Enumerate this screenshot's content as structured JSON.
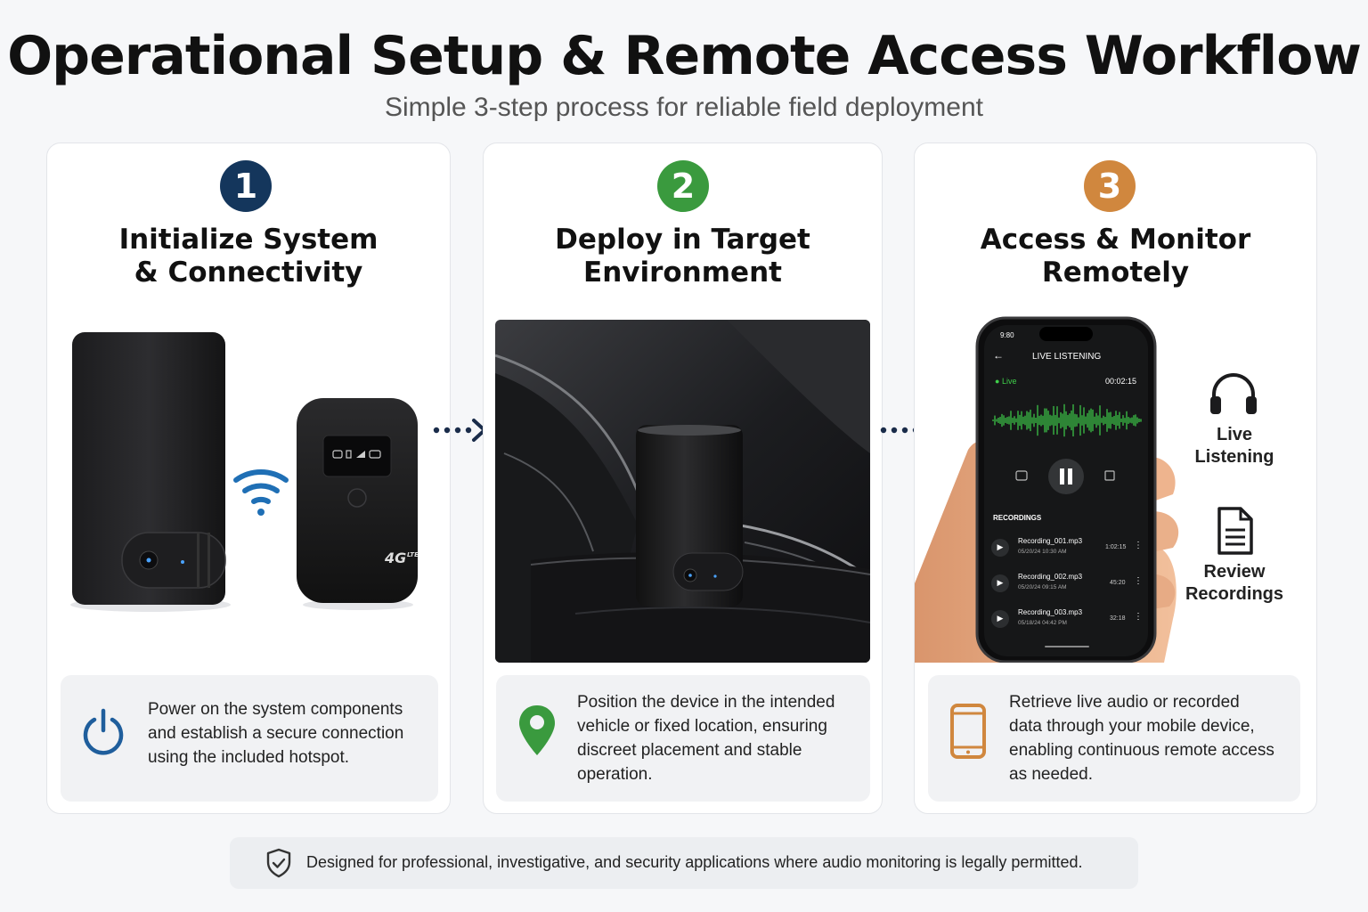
{
  "header": {
    "title": "Operational Setup & Remote Access Workflow",
    "subtitle": "Simple 3-step process for reliable field deployment"
  },
  "steps": [
    {
      "number": "1",
      "title_line1": "Initialize System",
      "title_line2": "& Connectivity",
      "badge_color": "#14365c",
      "description": "Power on the system components and establish a secure connection using the included hotspot.",
      "icon": "power-icon",
      "hotspot_label": "4G",
      "hotspot_sub": "LTE"
    },
    {
      "number": "2",
      "title_line1": "Deploy in Target",
      "title_line2": "Environment",
      "badge_color": "#3a9a3e",
      "description": "Position the device in the intended vehicle or fixed location, ensuring discreet placement and stable operation.",
      "icon": "location-pin-icon"
    },
    {
      "number": "3",
      "title_line1": "Access & Monitor",
      "title_line2": "Remotely",
      "badge_color": "#d0873e",
      "description": "Retrieve live audio or recorded data through your mobile device, enabling continuous remote access as needed.",
      "icon": "smartphone-icon",
      "features": [
        {
          "label_line1": "Live",
          "label_line2": "Listening",
          "icon": "headphones-icon"
        },
        {
          "label_line1": "Review",
          "label_line2": "Recordings",
          "icon": "document-icon"
        }
      ]
    }
  ],
  "phone": {
    "time": "9:80",
    "screen_title": "LIVE LISTENING",
    "live_label": "Live",
    "timer": "00:02:15",
    "recordings_header": "RECORDINGS",
    "recordings": [
      {
        "name": "Recording_001.mp3",
        "date": "05/20/24 10:30 AM",
        "duration": "1:02:15"
      },
      {
        "name": "Recording_002.mp3",
        "date": "05/20/24 09:15 AM",
        "duration": "45:20"
      },
      {
        "name": "Recording_003.mp3",
        "date": "05/18/24 04:42 PM",
        "duration": "32:18"
      }
    ]
  },
  "footer": {
    "text": "Designed for professional, investigative, and security applications where audio monitoring is legally permitted.",
    "icon": "shield-check-icon"
  },
  "colors": {
    "wifi": "#1f6fb5",
    "power_icon": "#1f5e9c",
    "pin_icon": "#3a9a3e",
    "phone_icon": "#d0873e",
    "waveform": "#3fcf4a"
  }
}
